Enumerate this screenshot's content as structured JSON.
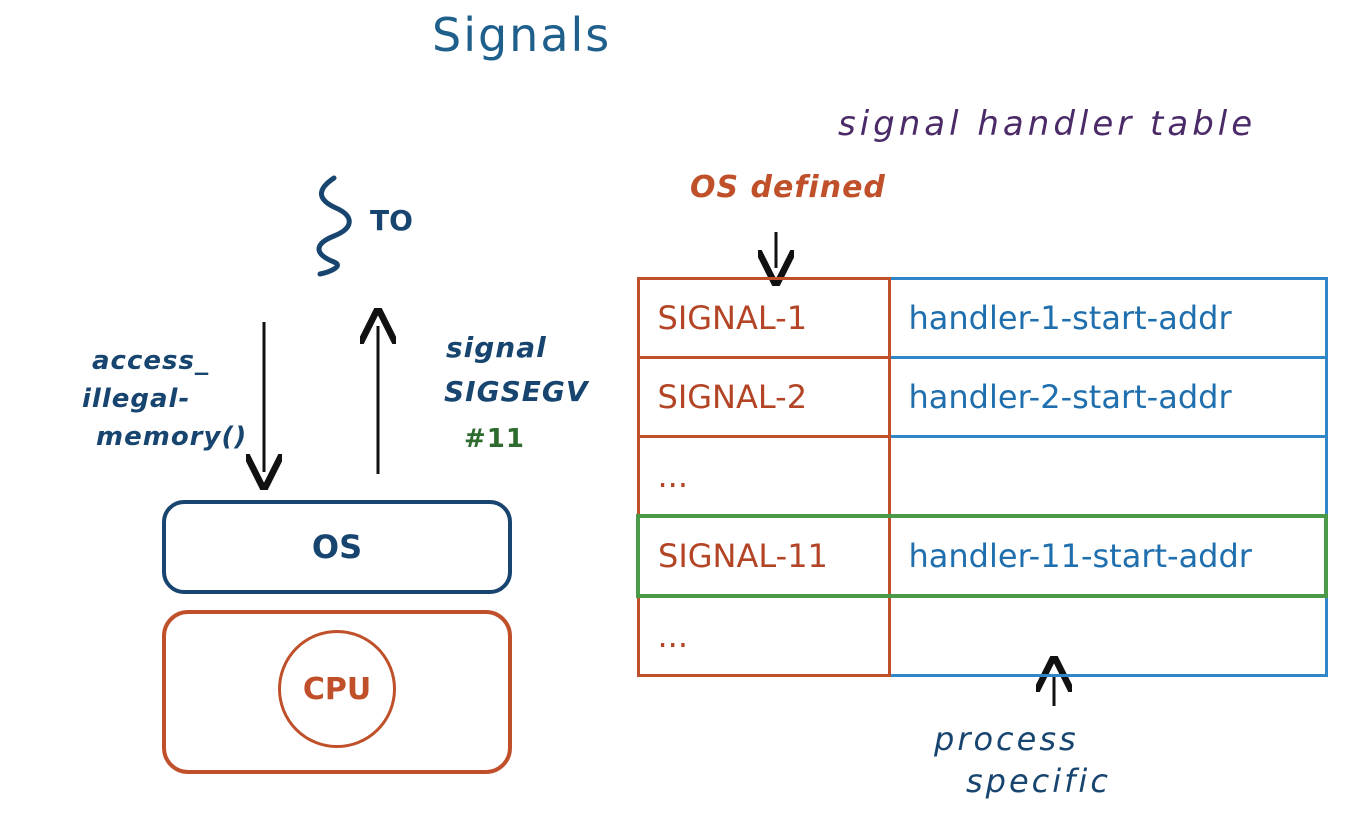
{
  "title": "Signals",
  "thread": {
    "label": "TO"
  },
  "arrows": {
    "down_label_lines": [
      "access_",
      "illegal-",
      "memory()"
    ],
    "up_label_lines": [
      "signal",
      "SIGSEGV"
    ],
    "up_signal_number": "#11"
  },
  "os_box": {
    "label": "OS"
  },
  "cpu_box": {
    "label": "CPU"
  },
  "table": {
    "title": "signal handler table",
    "os_defined_label": "OS defined",
    "process_specific_label_lines": [
      "process",
      "specific"
    ],
    "rows": [
      {
        "signal": "SIGNAL-1",
        "handler": "handler-1-start-addr"
      },
      {
        "signal": "SIGNAL-2",
        "handler": "handler-2-start-addr"
      },
      {
        "signal": "...",
        "handler": ""
      },
      {
        "signal": "SIGNAL-11",
        "handler": "handler-11-start-addr"
      },
      {
        "signal": "...",
        "handler": ""
      }
    ]
  },
  "colors": {
    "blue": "#17456f",
    "orange": "#c0502a",
    "light_blue": "#2f86c9",
    "green": "#4a9a4a",
    "purple": "#4b2a68"
  }
}
